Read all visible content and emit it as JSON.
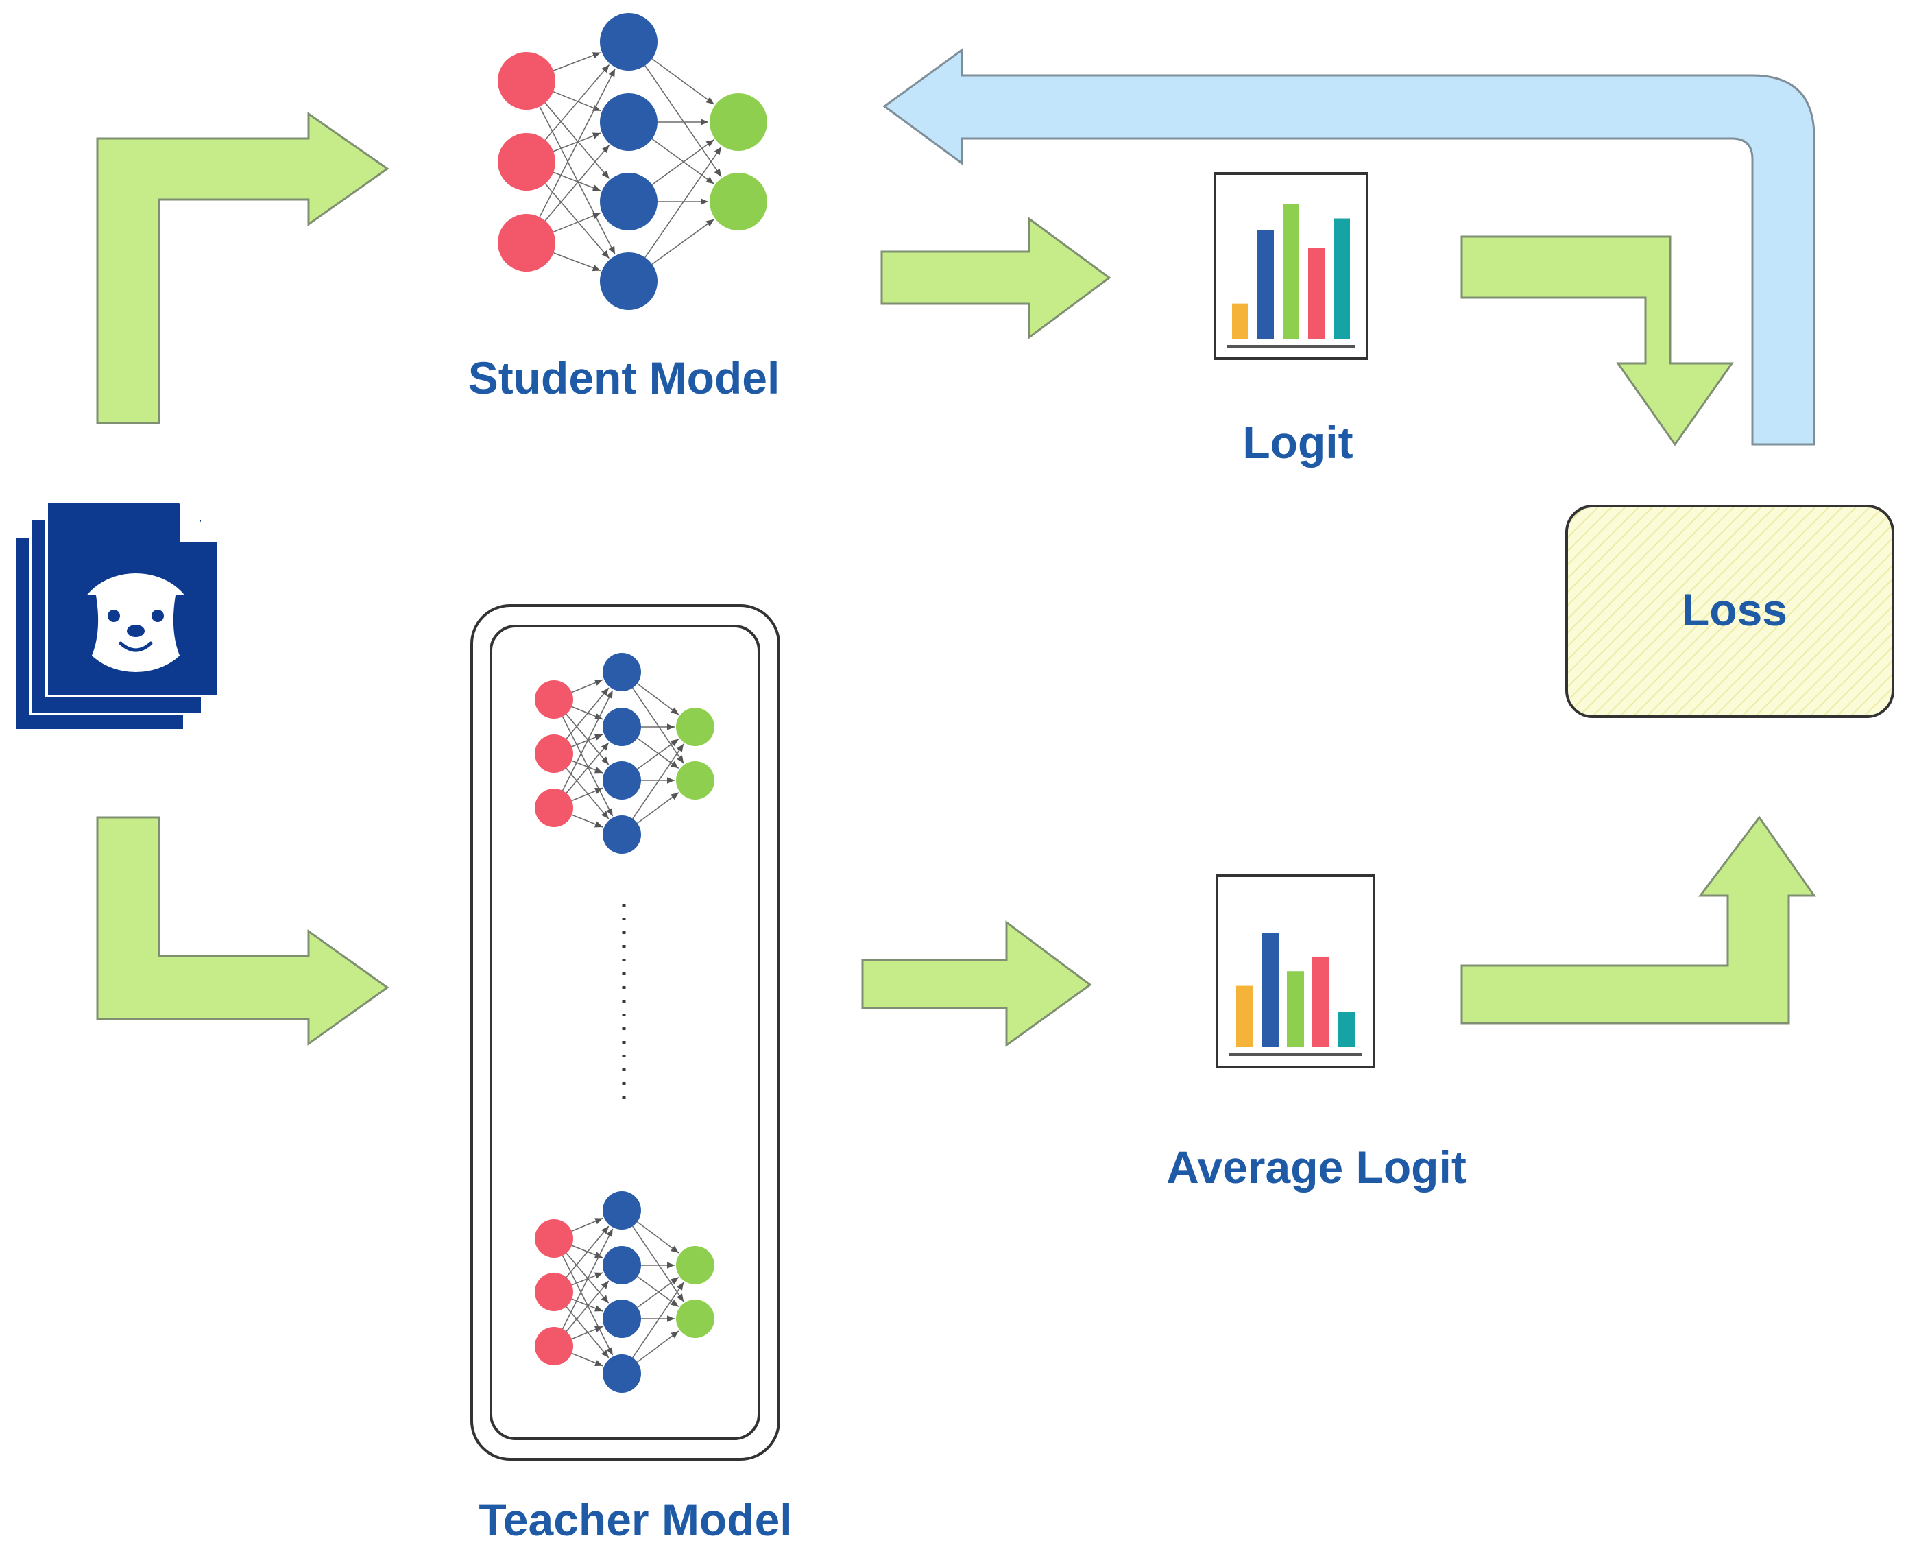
{
  "labels": {
    "student": "Student Model",
    "teacher": "Teacher Model",
    "logit": "Logit",
    "average_logit": "Average Logit",
    "loss": "Loss"
  },
  "colors": {
    "arrow_green": "#c6ec8a",
    "arrow_blue": "#c3e5fb",
    "node_input": "#f2586a",
    "node_hidden": "#2a5caa",
    "node_output": "#8fcf4f",
    "label": "#1f5aa6",
    "loss_fill": "#fbfbd8",
    "doc_blue": "#0d3a8f",
    "bar_colors": [
      "#f6b33a",
      "#2a5caa",
      "#8fcf4f",
      "#f2586a",
      "#16a3a6"
    ]
  },
  "icons": [
    "dog-data-icon",
    "bar-chart-icon",
    "neural-network-icon"
  ],
  "logit_bars": [
    0.24,
    0.74,
    0.92,
    0.62,
    0.82
  ],
  "average_logit_bars": [
    0.42,
    0.78,
    0.52,
    0.62,
    0.24
  ]
}
